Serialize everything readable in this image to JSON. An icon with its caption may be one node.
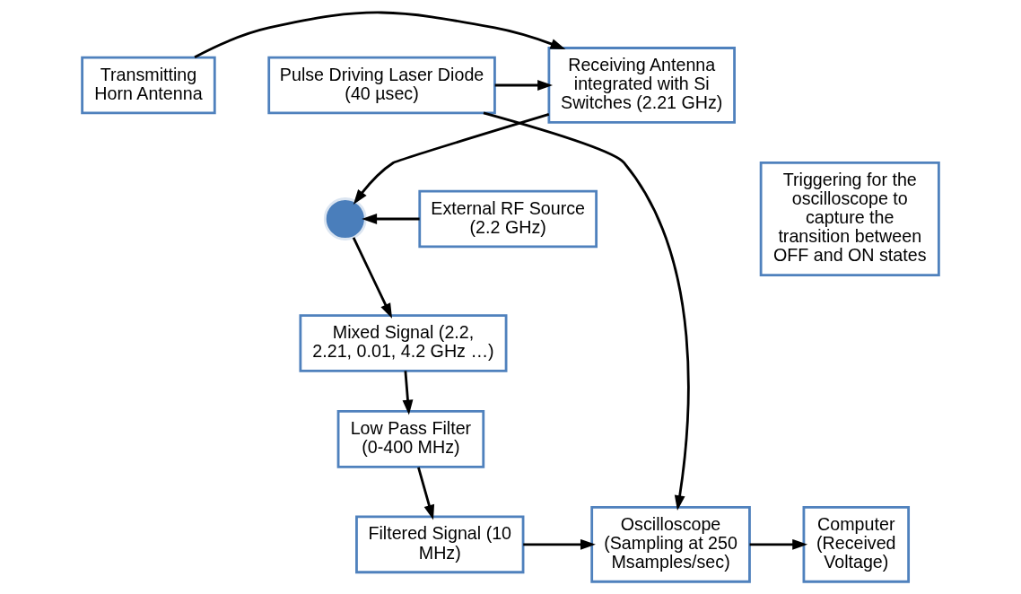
{
  "diagram": {
    "nodes": [
      {
        "text": [
          "Transmitting Horn Antenna"
        ]
      },
      {
        "text": [
          "Receiving Antenna integrated with Si Switches (2.21 GHz)"
        ]
      },
      {
        "text": [
          "Pulse Driving Laser Diode (40 µsec)"
        ]
      },
      {
        "text": [
          "External RF Source (2.2 GHz)"
        ]
      },
      {
        "text": [],
        "shape": "circle"
      },
      {
        "text": [
          "Triggering for the oscilloscope to capture the transition between OFF and ON states"
        ]
      },
      {
        "text": [
          "Mixed Signal (2.2, 2.21, 0.01, 4.2 GHz …)"
        ]
      },
      {
        "text": [
          "Low Pass Filter (0-400 MHz)"
        ]
      },
      {
        "text": [
          "Filtered Signal (10 MHz)"
        ]
      },
      {
        "text": [
          "Oscilloscope (Sampling at 250 Msamples/sec)"
        ]
      },
      {
        "text": [
          "Computer (Received Voltage)"
        ]
      }
    ],
    "edges": [
      {
        "from": 0,
        "to": 1,
        "arrow": "to"
      },
      {
        "from": 2,
        "to": 1,
        "arrow": "to"
      },
      {
        "from": 1,
        "to": 4,
        "arrow": "to"
      },
      {
        "from": 3,
        "to": 4,
        "arrow": "to"
      },
      {
        "from": 4,
        "to": 6,
        "arrow": "to"
      },
      {
        "from": 6,
        "to": 7,
        "arrow": "to"
      },
      {
        "from": 7,
        "to": 8,
        "arrow": "to"
      },
      {
        "from": 8,
        "to": 9,
        "arrow": "to"
      },
      {
        "from": 2,
        "to": 9,
        "arrow": "to"
      },
      {
        "from": 9,
        "to": 10,
        "arrow": "to"
      }
    ]
  }
}
